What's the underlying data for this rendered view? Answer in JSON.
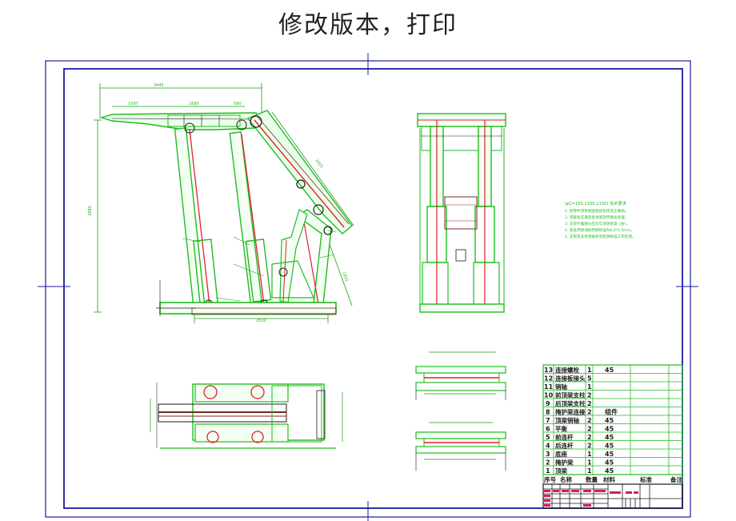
{
  "page_title": "修改版本，打印",
  "notes": {
    "header": "\\φ1=150,1100,1150)  技术要求",
    "lines": [
      "1.  各零件须有稳固连接及焊后正确调。",
      "2.  焊接处应满足各承受及焊接处处理。",
      "3.  支架外露部分应均匀涂防锈漆（层）。",
      "4.  各处焊接须按焊接标准为6.0*1.5mm。",
      "5.  支架及支柱须按各项检测标准工作检测。"
    ]
  },
  "bom": {
    "rows": [
      {
        "no": "13",
        "name": "连接螺栓",
        "qty": "1",
        "material": "45",
        "remark": ""
      },
      {
        "no": "12",
        "name": "连接板接头",
        "qty": "5",
        "material": "",
        "remark": ""
      },
      {
        "no": "11",
        "name": "销轴",
        "qty": "1",
        "material": "",
        "remark": ""
      },
      {
        "no": "10",
        "name": "前顶梁支柱",
        "qty": "2",
        "material": "",
        "remark": ""
      },
      {
        "no": "9",
        "name": "后顶梁支柱",
        "qty": "2",
        "material": "",
        "remark": ""
      },
      {
        "no": "8",
        "name": "掩护梁连接",
        "qty": "2",
        "material": "组件",
        "remark": ""
      },
      {
        "no": "7",
        "name": "顶梁销轴",
        "qty": "2",
        "material": "45",
        "remark": ""
      },
      {
        "no": "6",
        "name": "平衡",
        "qty": "2",
        "material": "45",
        "remark": ""
      },
      {
        "no": "5",
        "name": "前连杆",
        "qty": "2",
        "material": "45",
        "remark": ""
      },
      {
        "no": "4",
        "name": "后连杆",
        "qty": "2",
        "material": "45",
        "remark": ""
      },
      {
        "no": "3",
        "name": "底座",
        "qty": "1",
        "material": "45",
        "remark": ""
      },
      {
        "no": "2",
        "name": "掩护梁",
        "qty": "1",
        "material": "45",
        "remark": ""
      },
      {
        "no": "1",
        "name": "顶梁",
        "qty": "1",
        "material": "45",
        "remark": ""
      }
    ],
    "header": {
      "no": "序号",
      "name": "名称",
      "qty": "数量",
      "material": "材料",
      "standard": "标准",
      "remark": "备注"
    }
  },
  "colors": {
    "frame": "#1a1aa0",
    "part": "#22bb22",
    "dimension": "#1a9f1a",
    "centerline": "#e0202a",
    "hatch": "#7a2a20",
    "text": "#1a1a1a"
  }
}
